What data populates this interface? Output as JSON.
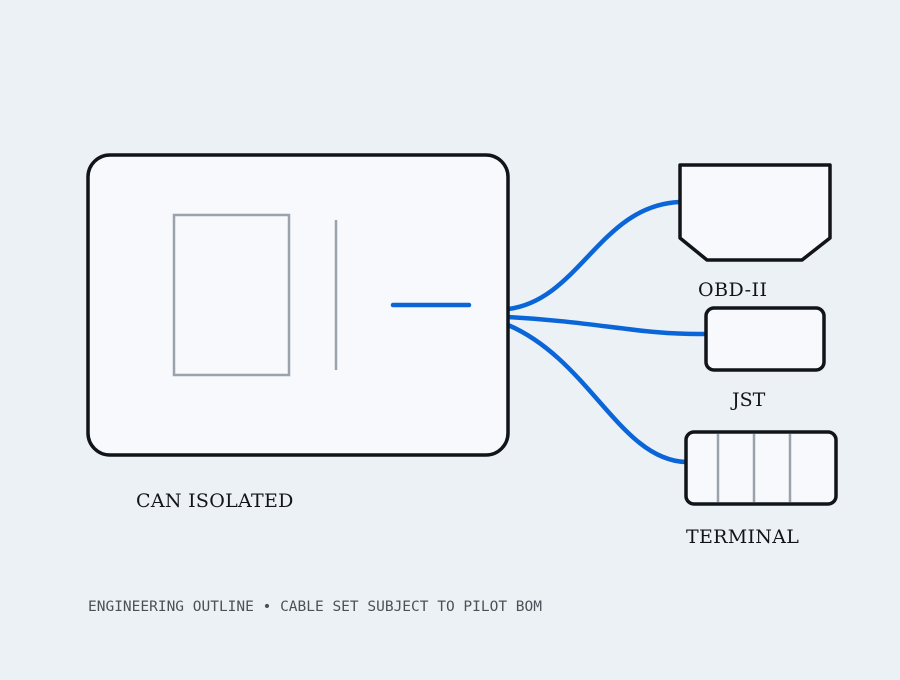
{
  "diagram": {
    "main_device_label": "CAN ISOLATED",
    "connectors": [
      {
        "id": "obd",
        "label": "OBD-II"
      },
      {
        "id": "jst",
        "label": "JST"
      },
      {
        "id": "terminal",
        "label": "TERMINAL"
      }
    ],
    "footer": {
      "left": "ENGINEERING OUTLINE",
      "separator": "•",
      "right": "CABLE SET SUBJECT TO PILOT BOM"
    }
  },
  "colors": {
    "background": "#ecf1f5",
    "outline": "#111418",
    "fill": "#f7f9fc",
    "cable": "#0a66d8",
    "internal": "#9aa3ad"
  }
}
